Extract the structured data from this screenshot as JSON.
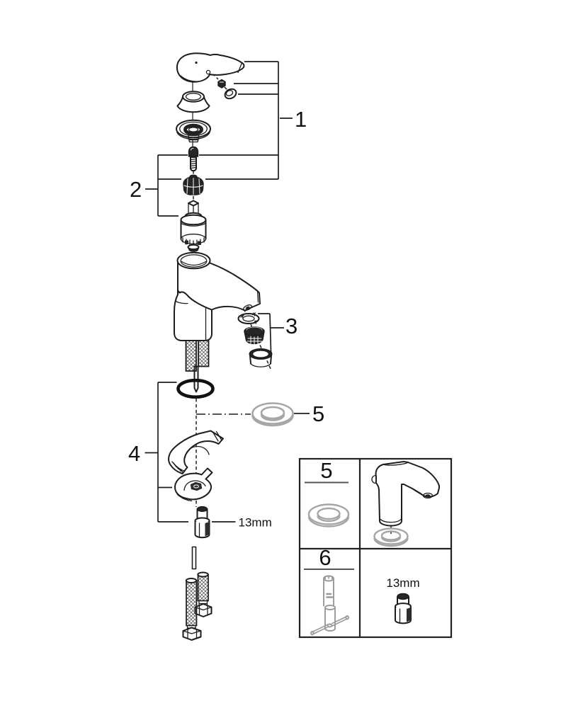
{
  "callouts": {
    "1": {
      "label": "1"
    },
    "2": {
      "label": "2"
    },
    "3": {
      "label": "3"
    },
    "4": {
      "label": "4"
    },
    "5": {
      "label": "5"
    }
  },
  "annotations": {
    "stud_size": "13mm"
  },
  "inset": {
    "washer_cell_label": "5",
    "tool_cell_label": "6",
    "stud_size": "13mm"
  },
  "icons": {
    "parts": [
      "handle-lever",
      "grub-screw-icon",
      "cap-plug-icon",
      "escutcheon-ring",
      "mounting-nut-ring",
      "cartridge-screw-icon",
      "cartridge-adapter-icon",
      "cartridge",
      "faucet-body",
      "supply-hose",
      "aerator-washer",
      "aerator-insert",
      "aerator-housing",
      "o-ring",
      "washer-ring",
      "mounting-wedge",
      "clamp-plate",
      "mounting-stud",
      "connection-rod",
      "hose-set",
      "mini-faucet",
      "socket-wrench-tool"
    ]
  },
  "colors": {
    "line": "#1d1d1d",
    "dark_fill": "#262626",
    "gray_part": "#a6a6a6",
    "tool_gray": "#9a9a9a",
    "background": "#ffffff"
  }
}
